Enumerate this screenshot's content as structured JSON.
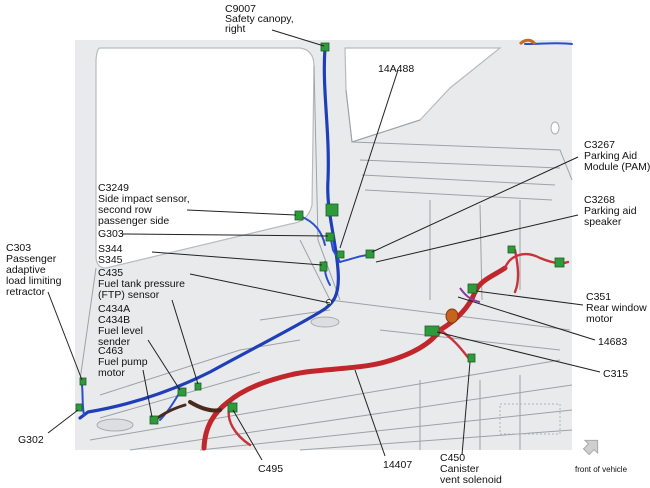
{
  "labels": {
    "c9007": [
      "C9007",
      "Safety canopy,",
      "right"
    ],
    "a14a488": [
      "14A488"
    ],
    "c3249": [
      "C3249",
      "Side impact sensor,",
      "second row",
      "passenger side"
    ],
    "c3267": [
      "C3267",
      "Parking Aid",
      "Module (PAM)"
    ],
    "c3268": [
      "C3268",
      "Parking aid",
      "speaker"
    ],
    "g303": [
      "G303"
    ],
    "s344": [
      "S344",
      "S345"
    ],
    "c303": [
      "C303",
      "Passenger",
      "adaptive",
      "load limiting",
      "retractor"
    ],
    "c435": [
      "C435",
      "Fuel tank pressure",
      "(FTP) sensor"
    ],
    "c434": [
      "C434A",
      "C434B",
      "Fuel level",
      "sender"
    ],
    "c463": [
      "C463",
      "Fuel pump",
      "motor"
    ],
    "c351": [
      "C351",
      "Rear window",
      "motor"
    ],
    "a14683": [
      "14683"
    ],
    "c315": [
      "C315"
    ],
    "g302": [
      "G302"
    ],
    "c495": [
      "C495"
    ],
    "a14407": [
      "14407"
    ],
    "c450": [
      "C450",
      "Canister",
      "vent solenoid"
    ],
    "front": [
      "front of vehicle"
    ]
  },
  "colors": {
    "harness_blue": "#1f3fb8",
    "harness_red": "#c0262b",
    "connector_green": "#2f9a3c",
    "body_gray": "#e8e9ea",
    "arrow_gray": "#c8c8c8"
  }
}
